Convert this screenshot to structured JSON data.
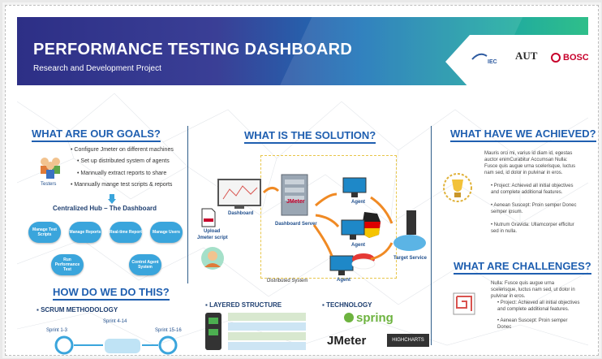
{
  "header": {
    "title": "PERFORMANCE TESTING DASHBOARD",
    "subtitle": "Research and Development Project",
    "logos": [
      "IEC",
      "AUT",
      "BOSCH"
    ]
  },
  "goals": {
    "title": "WHAT ARE OUR GOALS?",
    "items": [
      "Configure Jmeter on different machines",
      "Set up distributed system of agents",
      "Mannually extract reports to share",
      "Mannually mange test scripts & reports"
    ],
    "testers_label": "Testers",
    "hub_title": "Centralized Hub – The Dashboard",
    "hub_items": [
      "Manage Test Scripts",
      "Manage Reports",
      "Real-time Report",
      "Manage Users",
      "Run Performance Test",
      "Control Agent System"
    ]
  },
  "how": {
    "title": "HOW DO WE DO THIS?",
    "scrum": "SCRUM METHODOLOGY",
    "sprints": [
      "Sprint 1-3",
      "Sprint 4-14",
      "Sprint 15-16"
    ]
  },
  "solution": {
    "title": "WHAT IS THE SOLUTION?",
    "labels": {
      "dashboard": "Dashboard",
      "upload": "Upload",
      "jmeter_script": "Jmeter script",
      "dashboard_server": "Dashboard Server",
      "agent": "Agent",
      "target_service": "Target Service",
      "distributed_system": "Distributed System",
      "jmeter_brand": "JMeter"
    },
    "layered": "LAYERED STRUCTURE",
    "technology": "TECHNOLOGY",
    "tech_items": [
      "spring",
      "JMeter",
      "HIGHCHARTS"
    ]
  },
  "achieved": {
    "title": "WHAT HAVE WE ACHIEVED?",
    "lead": "Mauris orci mi, varius id diam id, egestas auctor enimCurabitur Accumsan Nulla: Fusce quis augue urna scelerisque, luctus nam sed, id dolor in pulvinar in eros.",
    "points": [
      "Project: Achieved all initial objectives and complete additional features.",
      "Aenean Suscept: Proin semper Donec semper ipsum.",
      "Nutrum Gravida: Ullamcorper efficitur sed in nulla."
    ]
  },
  "challenges": {
    "title": "WHAT ARE CHALLENGES?",
    "lead": "Nulla: Fusce quis augue urna scelerisque, luctus nam sed, ut dolor in pulvinar in eros.",
    "points": [
      "Project: Achieved all initial objectives and complete additional features.",
      "Aenean Suscept: Proin semper Donec"
    ]
  },
  "colors": {
    "accent": "#1f5fb0",
    "hex": "#3aa5dc",
    "arrow": "#f08a24"
  }
}
